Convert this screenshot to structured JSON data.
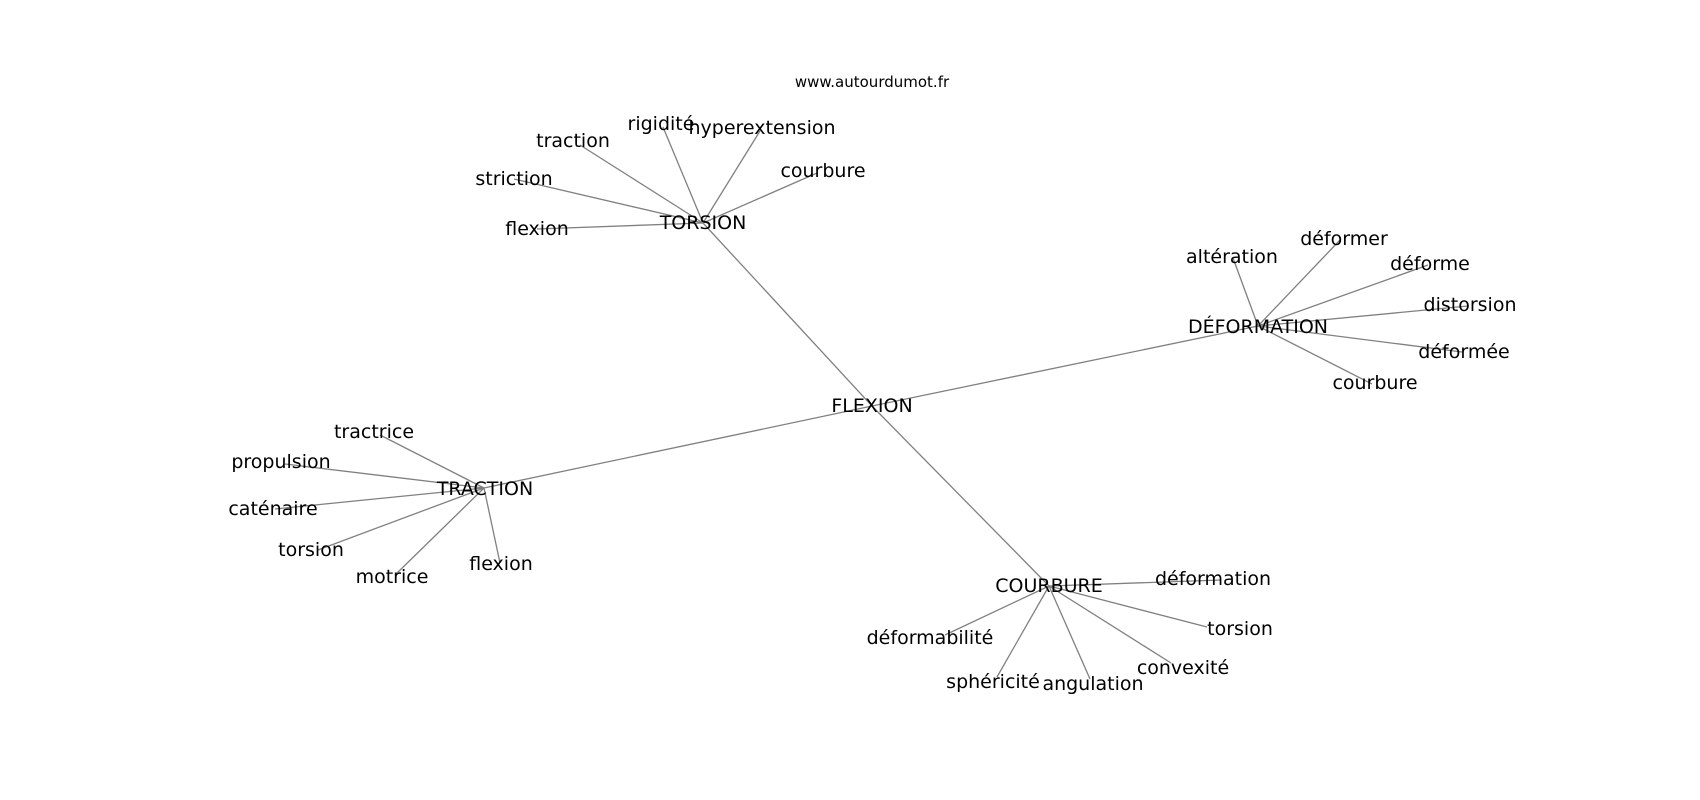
{
  "watermark": "www.autourdumot.fr",
  "center": "FLEXION",
  "groups": [
    {
      "label": "TORSION",
      "words": [
        "flexion",
        "striction",
        "traction",
        "rigidité",
        "hyperextension",
        "courbure"
      ]
    },
    {
      "label": "DÉFORMATION",
      "words": [
        "altération",
        "déformer",
        "déforme",
        "distorsion",
        "déformée",
        "courbure"
      ]
    },
    {
      "label": "TRACTION",
      "words": [
        "tractrice",
        "propulsion",
        "caténaire",
        "torsion",
        "motrice",
        "flexion"
      ]
    },
    {
      "label": "COURBURE",
      "words": [
        "déformation",
        "torsion",
        "convexité",
        "angulation",
        "sphéricité",
        "déformabilité"
      ]
    }
  ]
}
